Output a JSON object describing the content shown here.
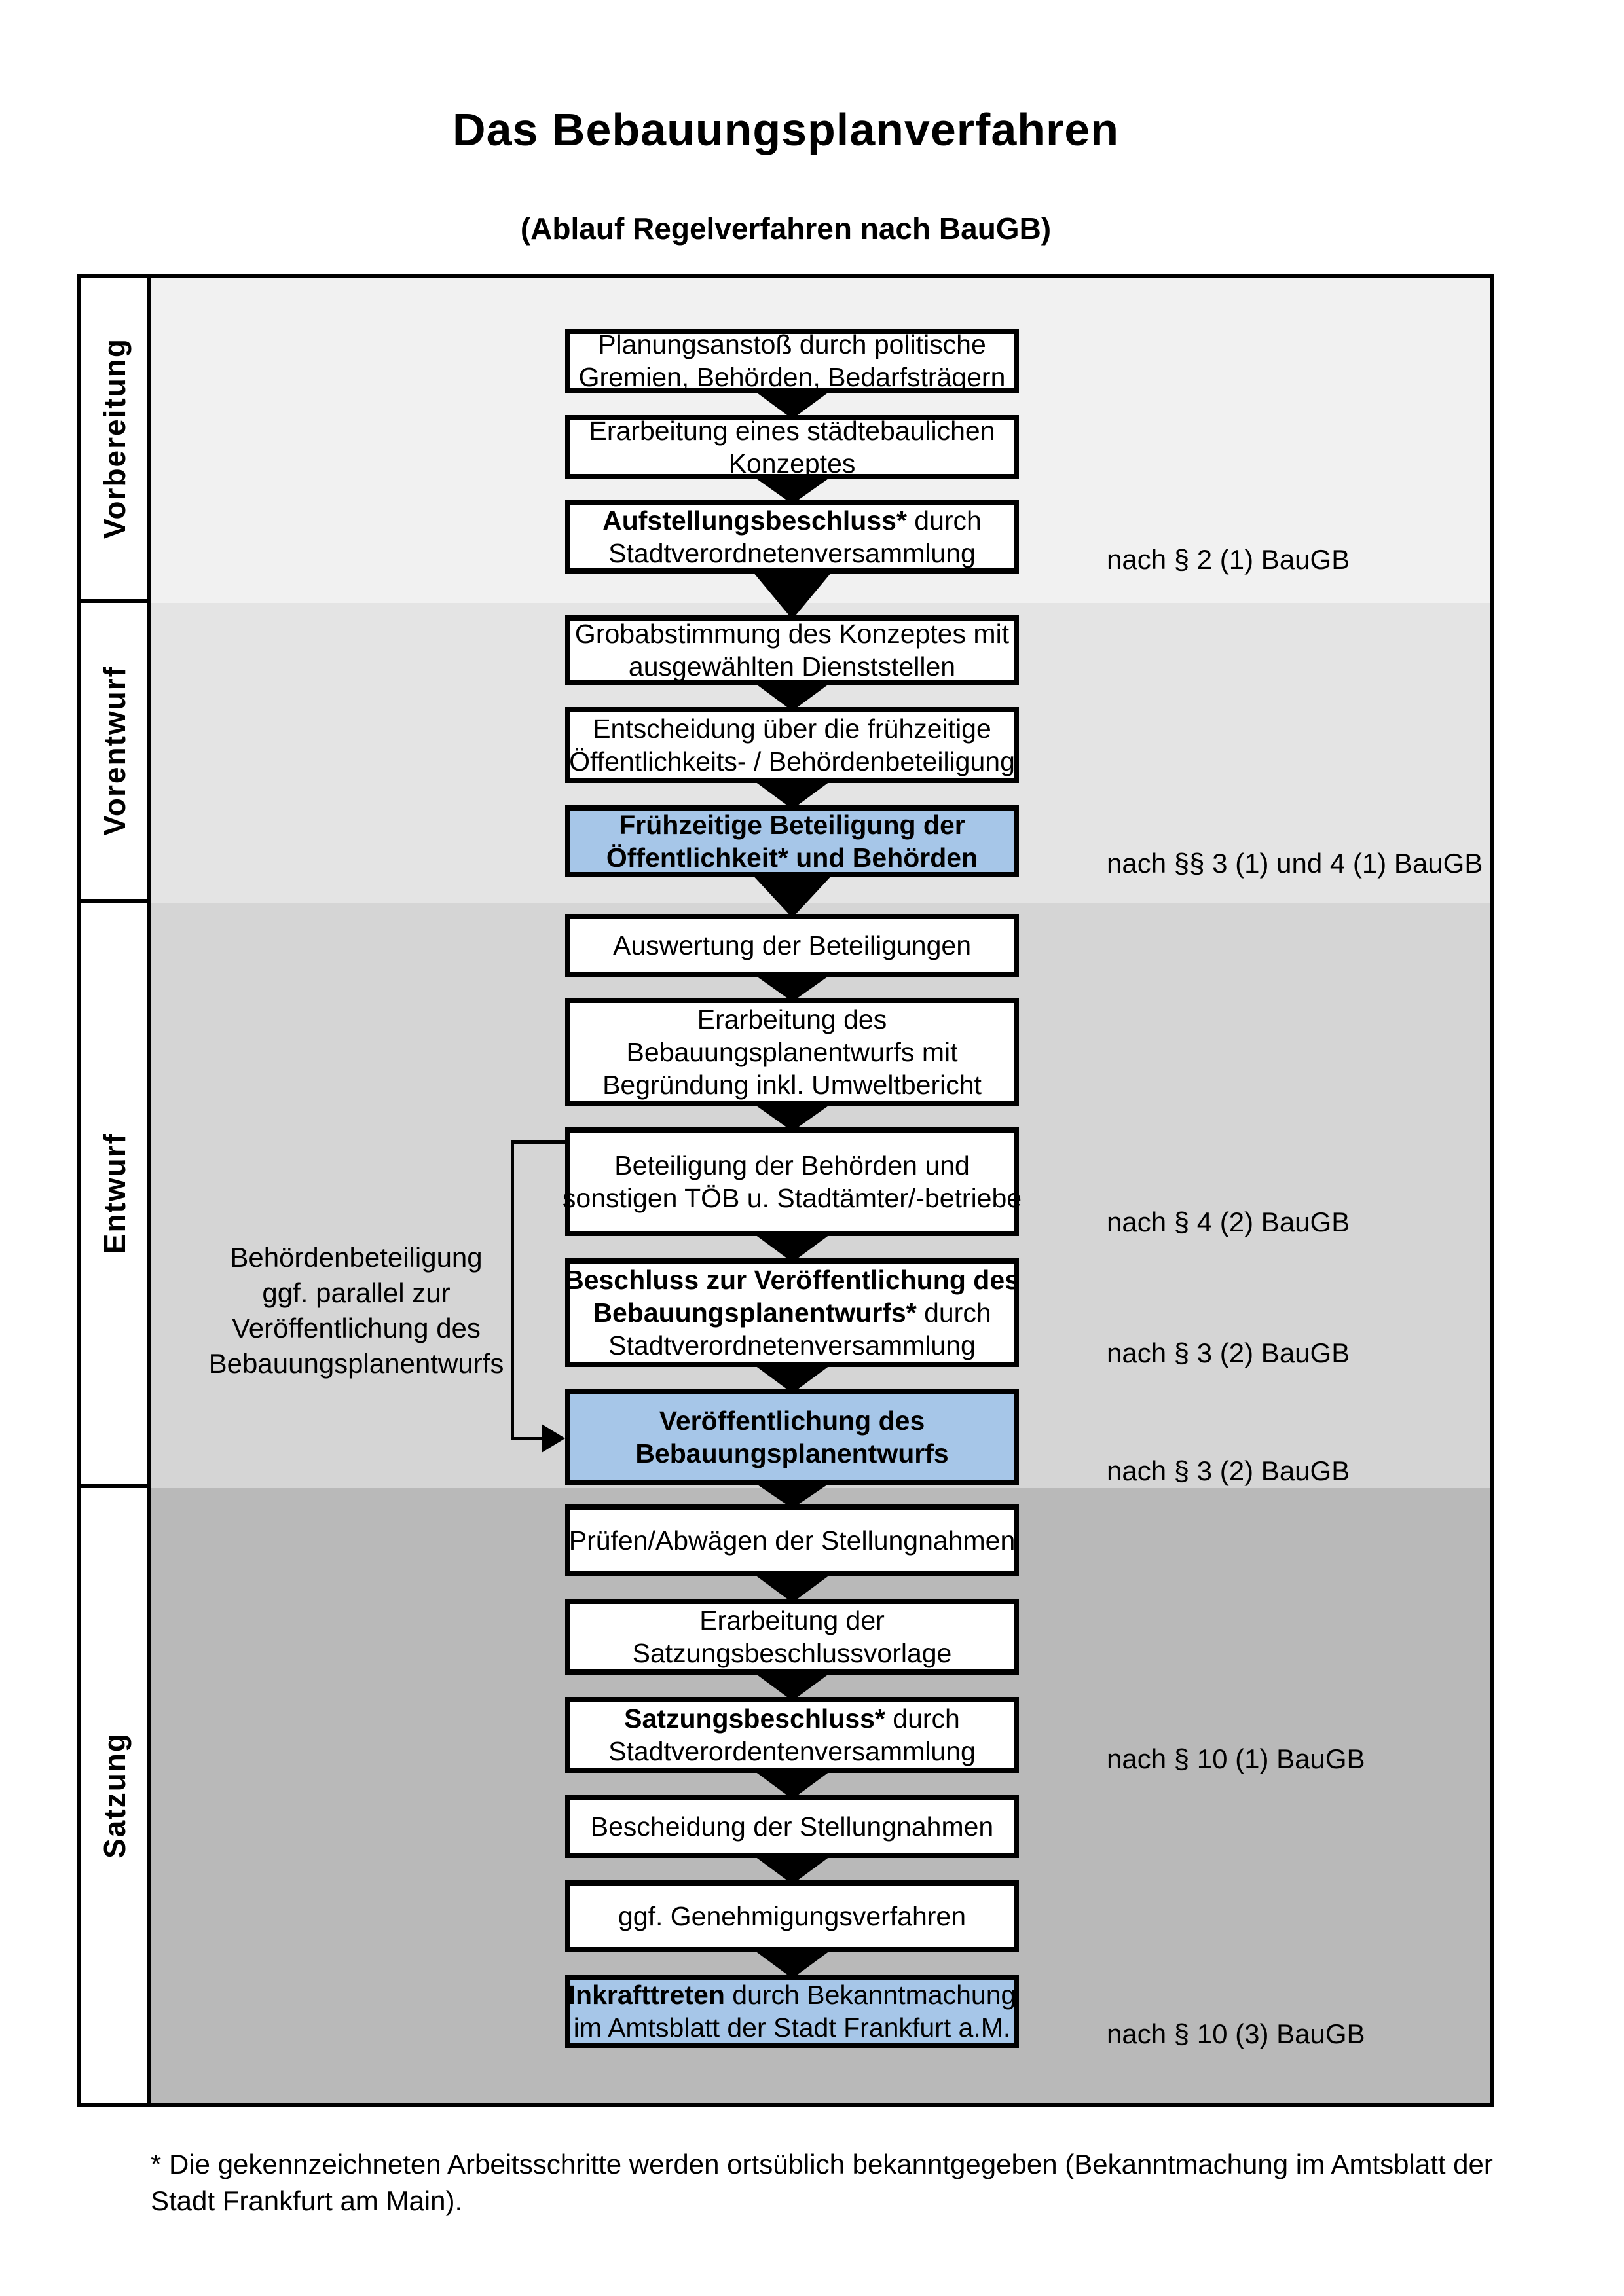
{
  "title": "Das Bebauungsplanverfahren",
  "subtitle": "(Ablauf Regelverfahren nach BauGB)",
  "footnote": "* Die gekennzeichneten Arbeitsschritte werden ortsüblich bekanntgegeben (Bekanntmachung im Amtsblatt der Stadt Frankfurt am Main).",
  "side_note": {
    "lines": [
      "Behördenbeteiligung",
      "ggf. parallel zur",
      "Veröffentlichung des",
      "Bebauungsplanentwurfs"
    ]
  },
  "colors": {
    "highlight": "#a6c6e8",
    "bands": [
      "#f1f1f1",
      "#e4e4e4",
      "#d5d5d5",
      "#b9b9b9"
    ],
    "border": "#000000"
  },
  "phases": [
    {
      "label": "Vorbereitung",
      "steps": [
        {
          "highlight": false,
          "law_ref": null,
          "lines": [
            [
              {
                "t": "Planungsanstoß durch politische",
                "b": false
              }
            ],
            [
              {
                "t": "Gremien, Behörden, Bedarfsträgern",
                "b": false
              }
            ]
          ]
        },
        {
          "highlight": false,
          "law_ref": null,
          "lines": [
            [
              {
                "t": "Erarbeitung eines städtebaulichen",
                "b": false
              }
            ],
            [
              {
                "t": "Konzeptes",
                "b": false
              }
            ]
          ]
        },
        {
          "highlight": false,
          "law_ref": "nach § 2 (1) BauGB",
          "lines": [
            [
              {
                "t": "Aufstellungsbeschluss*",
                "b": true
              },
              {
                "t": " durch",
                "b": false
              }
            ],
            [
              {
                "t": "Stadtverordnetenversammlung",
                "b": false
              }
            ]
          ]
        }
      ]
    },
    {
      "label": "Vorentwurf",
      "steps": [
        {
          "highlight": false,
          "law_ref": null,
          "lines": [
            [
              {
                "t": "Grobabstimmung des Konzeptes mit",
                "b": false
              }
            ],
            [
              {
                "t": "ausgewählten Dienststellen",
                "b": false
              }
            ]
          ]
        },
        {
          "highlight": false,
          "law_ref": null,
          "lines": [
            [
              {
                "t": "Entscheidung über die frühzeitige",
                "b": false
              }
            ],
            [
              {
                "t": "Öffentlichkeits- / Behördenbeteiligung",
                "b": false
              }
            ]
          ]
        },
        {
          "highlight": true,
          "law_ref": "nach §§ 3 (1) und 4 (1) BauGB",
          "lines": [
            [
              {
                "t": "Frühzeitige Beteiligung der",
                "b": true
              }
            ],
            [
              {
                "t": "Öffentlichkeit* und Behörden",
                "b": true
              }
            ]
          ]
        }
      ]
    },
    {
      "label": "Entwurf",
      "steps": [
        {
          "highlight": false,
          "law_ref": null,
          "lines": [
            [
              {
                "t": "Auswertung der Beteiligungen",
                "b": false
              }
            ]
          ]
        },
        {
          "highlight": false,
          "law_ref": null,
          "lines": [
            [
              {
                "t": "Erarbeitung des",
                "b": false
              }
            ],
            [
              {
                "t": "Bebauungsplanentwurfs mit",
                "b": false
              }
            ],
            [
              {
                "t": "Begründung inkl. Umweltbericht",
                "b": false
              }
            ]
          ]
        },
        {
          "highlight": false,
          "law_ref": "nach § 4 (2) BauGB",
          "lines": [
            [
              {
                "t": "Beteiligung der Behörden und",
                "b": false
              }
            ],
            [
              {
                "t": "sonstigen TÖB u. Stadtämter/-betriebe",
                "b": false
              }
            ]
          ]
        },
        {
          "highlight": false,
          "law_ref": "nach § 3 (2) BauGB",
          "lines": [
            [
              {
                "t": "Beschluss zur Veröffentlichung des",
                "b": true
              }
            ],
            [
              {
                "t": "Bebauungsplanentwurfs*",
                "b": true
              },
              {
                "t": " durch",
                "b": false
              }
            ],
            [
              {
                "t": "Stadtverordnetenversammlung",
                "b": false
              }
            ]
          ]
        },
        {
          "highlight": true,
          "law_ref": "nach § 3 (2) BauGB",
          "lines": [
            [
              {
                "t": "Veröffentlichung des",
                "b": true
              }
            ],
            [
              {
                "t": "Bebauungsplanentwurfs",
                "b": true
              }
            ]
          ]
        }
      ]
    },
    {
      "label": "Satzung",
      "steps": [
        {
          "highlight": false,
          "law_ref": null,
          "lines": [
            [
              {
                "t": "Prüfen/Abwägen der Stellungnahmen",
                "b": false
              }
            ]
          ]
        },
        {
          "highlight": false,
          "law_ref": null,
          "lines": [
            [
              {
                "t": "Erarbeitung der",
                "b": false
              }
            ],
            [
              {
                "t": "Satzungsbeschlussvorlage",
                "b": false
              }
            ]
          ]
        },
        {
          "highlight": false,
          "law_ref": "nach § 10 (1) BauGB",
          "lines": [
            [
              {
                "t": "Satzungsbeschluss*",
                "b": true
              },
              {
                "t": " durch",
                "b": false
              }
            ],
            [
              {
                "t": "Stadtverordentenversammlung",
                "b": false
              }
            ]
          ]
        },
        {
          "highlight": false,
          "law_ref": null,
          "lines": [
            [
              {
                "t": "Bescheidung der Stellungnahmen",
                "b": false
              }
            ]
          ]
        },
        {
          "highlight": false,
          "law_ref": null,
          "lines": [
            [
              {
                "t": "ggf. Genehmigungsverfahren",
                "b": false
              }
            ]
          ]
        },
        {
          "highlight": true,
          "law_ref": "nach § 10 (3) BauGB",
          "lines": [
            [
              {
                "t": "Inkrafttreten",
                "b": true
              },
              {
                "t": " durch Bekanntmachung",
                "b": false
              }
            ],
            [
              {
                "t": "im Amtsblatt der Stadt Frankfurt a.M.",
                "b": false
              }
            ]
          ]
        }
      ]
    }
  ]
}
